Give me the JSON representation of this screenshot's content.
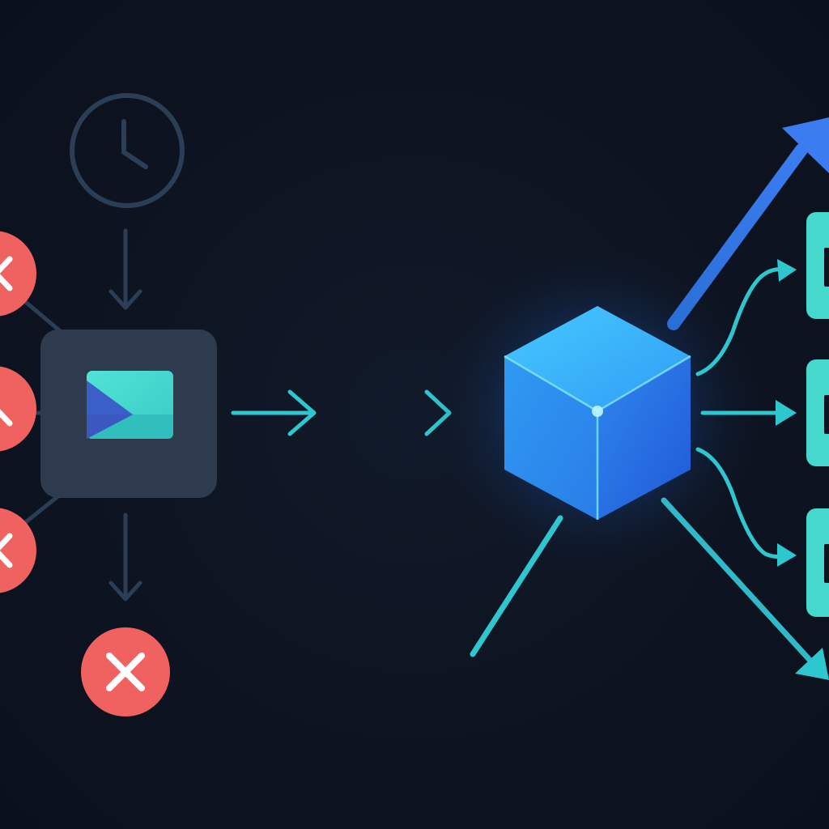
{
  "colors": {
    "background": "#0d1320",
    "muted_line": "#2c3e55",
    "card": "#2e3b4f",
    "error": "#f0625f",
    "teal": "#3bd6cf",
    "cyan": "#37d2e5",
    "blue": "#3a72e6",
    "output_box": "#46d8cd"
  },
  "diagram": {
    "left_cluster": {
      "icons": [
        "clock-icon",
        "send-message-icon",
        "error-x-icon",
        "down-arrow-icon"
      ],
      "error_nodes_count": 4
    },
    "center_node": {
      "icon": "cube-icon",
      "glow": true
    },
    "outputs": {
      "icon": "output-box",
      "count": 3
    },
    "trend": {
      "icon": "up-trend-arrow-icon"
    }
  }
}
